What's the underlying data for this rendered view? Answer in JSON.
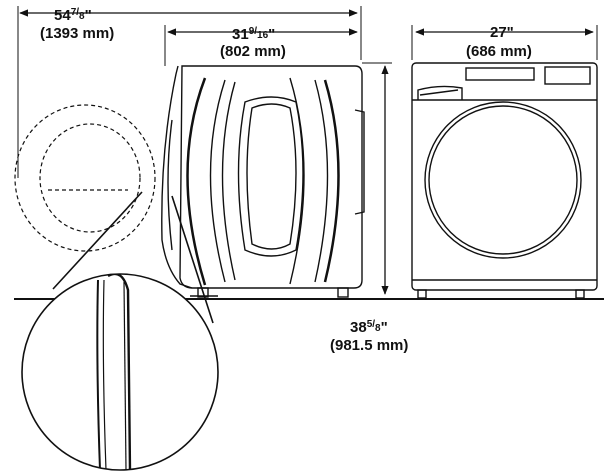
{
  "dimensions": {
    "open_depth": {
      "whole": "54",
      "num": "7",
      "den": "8",
      "unit": "\"",
      "metric": "(1393 mm)"
    },
    "depth": {
      "whole": "31",
      "num": "9",
      "den": "16",
      "unit": "\"",
      "metric": "(802 mm)"
    },
    "width": {
      "value": "27\"",
      "metric": "(686 mm)"
    },
    "height": {
      "whole": "38",
      "num": "5",
      "den": "8",
      "unit": "\"",
      "metric": "(981.5 mm)"
    }
  },
  "colors": {
    "line": "#111111",
    "background": "#ffffff"
  }
}
